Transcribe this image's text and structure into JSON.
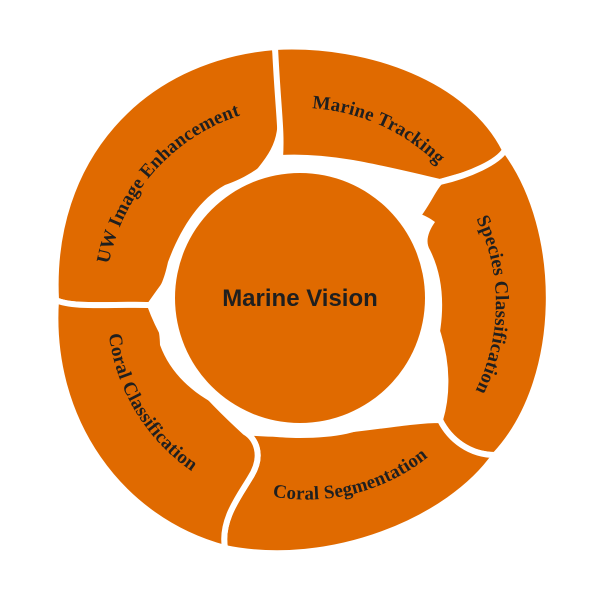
{
  "center": {
    "label": "Marine Vision"
  },
  "segments": [
    {
      "id": "uw-image-enhancement",
      "label": "UW Image Enhancement"
    },
    {
      "id": "marine-tracking",
      "label": "Marine Tracking"
    },
    {
      "id": "species-classification",
      "label": "Species Classification"
    },
    {
      "id": "coral-segmentation",
      "label": "Coral Segmentation"
    },
    {
      "id": "coral-classification",
      "label": "Coral Classification"
    }
  ],
  "colors": {
    "fill": "#e06a00",
    "text": "#1f1f1f",
    "background": "#ffffff"
  }
}
